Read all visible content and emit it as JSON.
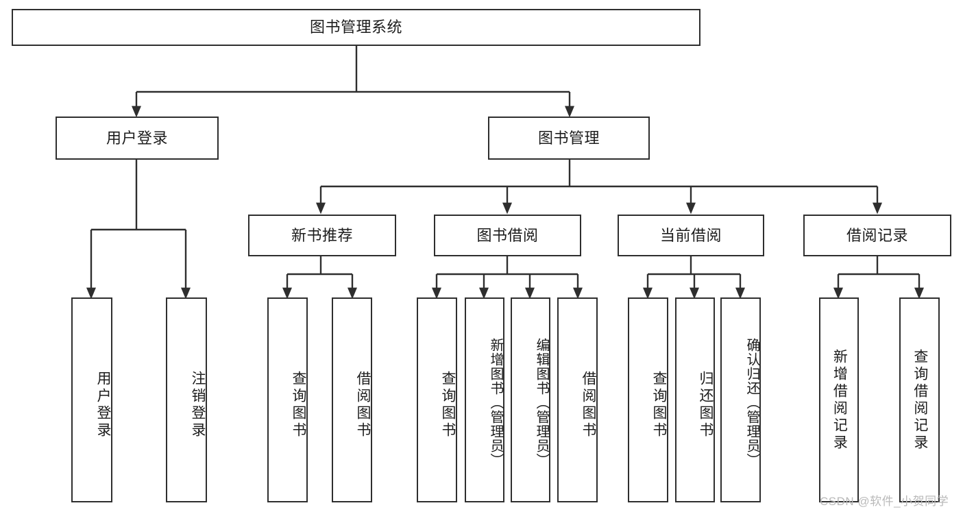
{
  "diagram": {
    "title": "图书管理系统",
    "type": "hierarchy-tree",
    "levels": 4,
    "nodes": {
      "root": {
        "label": "图书管理系统"
      },
      "level2": [
        {
          "id": "user-login",
          "label": "用户登录"
        },
        {
          "id": "book-manage",
          "label": "图书管理"
        }
      ],
      "level3": [
        {
          "id": "new-book-rec",
          "label": "新书推荐",
          "parent": "book-manage"
        },
        {
          "id": "book-borrow",
          "label": "图书借阅",
          "parent": "book-manage"
        },
        {
          "id": "current-borrow",
          "label": "当前借阅",
          "parent": "book-manage"
        },
        {
          "id": "borrow-record",
          "label": "借阅记录",
          "parent": "book-manage"
        }
      ],
      "leaves": [
        {
          "id": "leaf-user-login",
          "label": "用户登录",
          "parent": "user-login"
        },
        {
          "id": "leaf-logout",
          "label": "注销登录",
          "parent": "user-login"
        },
        {
          "id": "leaf-query-book-1",
          "label": "查询图书",
          "parent": "new-book-rec"
        },
        {
          "id": "leaf-borrow-book-1",
          "label": "借阅图书",
          "parent": "new-book-rec"
        },
        {
          "id": "leaf-query-book-2",
          "label": "查询图书",
          "parent": "book-borrow"
        },
        {
          "id": "leaf-add-book",
          "label": "新增图书（管理员）",
          "parent": "book-borrow"
        },
        {
          "id": "leaf-edit-book",
          "label": "编辑图书（管理员）",
          "parent": "book-borrow"
        },
        {
          "id": "leaf-borrow-book-2",
          "label": "借阅图书",
          "parent": "book-borrow"
        },
        {
          "id": "leaf-query-book-3",
          "label": "查询图书",
          "parent": "current-borrow"
        },
        {
          "id": "leaf-return-book",
          "label": "归还图书",
          "parent": "current-borrow"
        },
        {
          "id": "leaf-confirm-return",
          "label": "确认归还（管理员）",
          "parent": "current-borrow"
        },
        {
          "id": "leaf-add-record",
          "label": "新增借阅记录",
          "parent": "borrow-record"
        },
        {
          "id": "leaf-query-record",
          "label": "查询借阅记录",
          "parent": "borrow-record"
        }
      ]
    },
    "colors": {
      "stroke": "#2e2e2e",
      "fill": "#ffffff",
      "text": "#1c1c1c",
      "watermark": "#b9b9b9"
    }
  },
  "watermark": {
    "text": "CSDN @软件_小贺同学"
  }
}
